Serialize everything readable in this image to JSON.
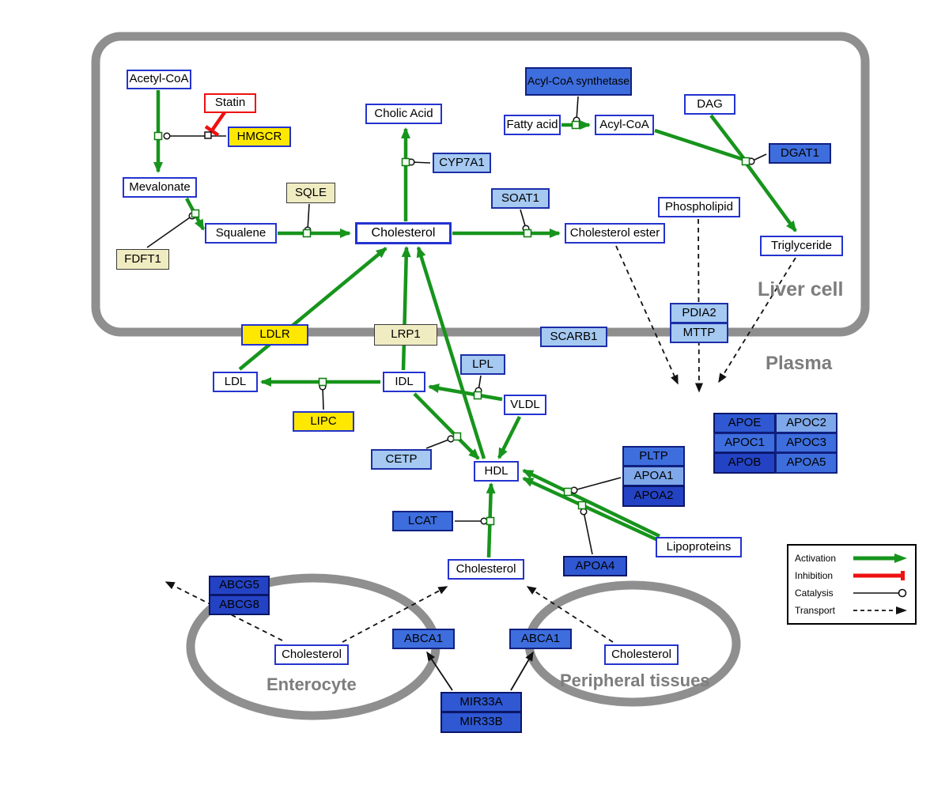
{
  "regions": {
    "liver_cell": "Liver cell",
    "plasma": "Plasma",
    "enterocyte": "Enterocyte",
    "peripheral_tissues": "Peripheral tissues"
  },
  "nodes": {
    "acetyl_coa": "Acetyl-CoA",
    "statin": "Statin",
    "hmgcr": "HMGCR",
    "mevalonate": "Mevalonate",
    "fdft1": "FDFT1",
    "squalene": "Squalene",
    "sqle": "SQLE",
    "cholesterol_liver": "Cholesterol",
    "cholic_acid": "Cholic Acid",
    "cyp7a1": "CYP7A1",
    "soat1": "SOAT1",
    "cholesterol_ester": "Cholesterol ester",
    "acyl_coa_synthetase": "Acyl-CoA synthetase",
    "fatty_acid": "Fatty acid",
    "acyl_coa": "Acyl-CoA",
    "dag": "DAG",
    "dgat1": "DGAT1",
    "phospholipid": "Phospholipid",
    "triglyceride": "Triglyceride",
    "ldlr": "LDLR",
    "lrp1": "LRP1",
    "scarb1": "SCARB1",
    "pdia2": "PDIA2",
    "mttp": "MTTP",
    "ldl": "LDL",
    "idl": "IDL",
    "lpl": "LPL",
    "vldl": "VLDL",
    "lipc": "LIPC",
    "cetp": "CETP",
    "hdl": "HDL",
    "pltp": "PLTP",
    "apoa1": "APOA1",
    "apoa2": "APOA2",
    "apoe": "APOE",
    "apoc2": "APOC2",
    "apoc1": "APOC1",
    "apoc3": "APOC3",
    "apob": "APOB",
    "apoa5": "APOA5",
    "lcat": "LCAT",
    "apoa4": "APOA4",
    "lipoproteins": "Lipoproteins",
    "cholesterol_plasma": "Cholesterol",
    "abcg5": "ABCG5",
    "abcg8": "ABCG8",
    "cholesterol_enterocyte": "Cholesterol",
    "abca1_left": "ABCA1",
    "abca1_right": "ABCA1",
    "cholesterol_peripheral": "Cholesterol",
    "mir33a": "MIR33A",
    "mir33b": "MIR33B"
  },
  "legend": {
    "activation": "Activation",
    "inhibition": "Inhibition",
    "catalysis": "Catalysis",
    "transport": "Transport"
  },
  "colors": {
    "activation_green": "#17941c",
    "inhibition_red": "#ee1111",
    "membrane_gray": "#8f8f8f",
    "metabolite_border_blue": "#2433cf",
    "gene_yellow": "#ffe800",
    "gene_pale_yellow": "#f0ecc2",
    "gene_light_blue": "#a5c9f1",
    "gene_blue": "#3e6edd",
    "gene_dark_blue": "#2443c4"
  }
}
